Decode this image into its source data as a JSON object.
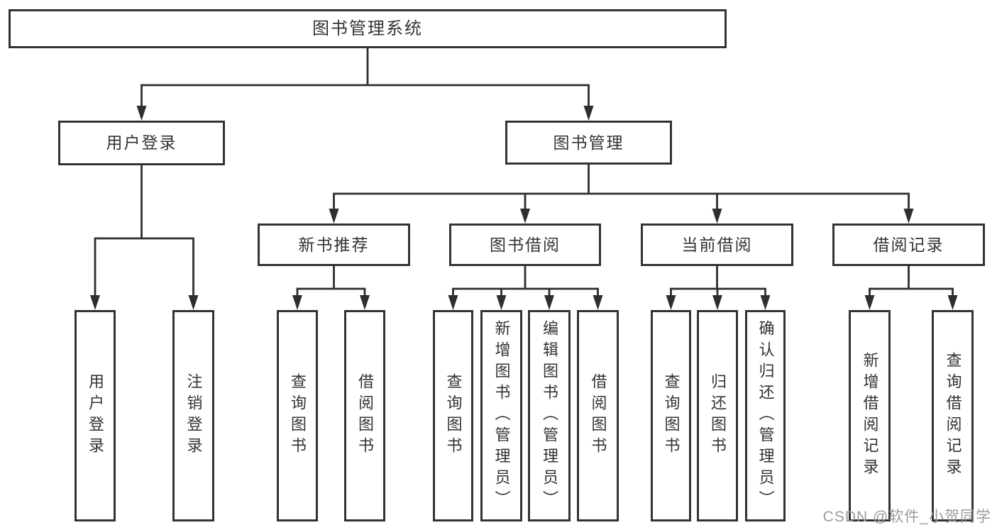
{
  "diagram": {
    "type": "hierarchy-tree",
    "title": "图书管理系统",
    "nodes": [
      {
        "id": "root",
        "label": "图书管理系统",
        "level": 0
      },
      {
        "id": "user-login-module",
        "label": "用户登录",
        "level": 1
      },
      {
        "id": "book-management-module",
        "label": "图书管理",
        "level": 1
      },
      {
        "id": "new-book-recommend",
        "label": "新书推荐",
        "level": 2
      },
      {
        "id": "book-borrow",
        "label": "图书借阅",
        "level": 2
      },
      {
        "id": "current-borrow",
        "label": "当前借阅",
        "level": 2
      },
      {
        "id": "borrow-records",
        "label": "借阅记录",
        "level": 2
      },
      {
        "id": "leaf-user-login",
        "label": "用户登录",
        "level": 3
      },
      {
        "id": "leaf-logout",
        "label": "注销登录",
        "level": 3
      },
      {
        "id": "leaf-query-book-1",
        "label": "查询图书",
        "level": 3
      },
      {
        "id": "leaf-borrow-book-1",
        "label": "借阅图书",
        "level": 3
      },
      {
        "id": "leaf-query-book-2",
        "label": "查询图书",
        "level": 3
      },
      {
        "id": "leaf-add-book",
        "label": "新增图书（管理员）",
        "level": 3
      },
      {
        "id": "leaf-edit-book",
        "label": "编辑图书（管理员）",
        "level": 3
      },
      {
        "id": "leaf-borrow-book-2",
        "label": "借阅图书",
        "level": 3
      },
      {
        "id": "leaf-query-book-3",
        "label": "查询图书",
        "level": 3
      },
      {
        "id": "leaf-return-book",
        "label": "归还图书",
        "level": 3
      },
      {
        "id": "leaf-confirm-return",
        "label": "确认归还（管理员）",
        "level": 3
      },
      {
        "id": "leaf-add-borrow-record",
        "label": "新增借阅记录",
        "level": 3
      },
      {
        "id": "leaf-query-borrow-record",
        "label": "查询借阅记录",
        "level": 3
      }
    ],
    "edges": [
      {
        "from": "root",
        "to": [
          "user-login-module",
          "book-management-module"
        ]
      },
      {
        "from": "user-login-module",
        "to": [
          "leaf-user-login",
          "leaf-logout"
        ]
      },
      {
        "from": "book-management-module",
        "to": [
          "new-book-recommend",
          "book-borrow",
          "current-borrow",
          "borrow-records"
        ]
      },
      {
        "from": "new-book-recommend",
        "to": [
          "leaf-query-book-1",
          "leaf-borrow-book-1"
        ]
      },
      {
        "from": "book-borrow",
        "to": [
          "leaf-query-book-2",
          "leaf-add-book",
          "leaf-edit-book",
          "leaf-borrow-book-2"
        ]
      },
      {
        "from": "current-borrow",
        "to": [
          "leaf-query-book-3",
          "leaf-return-book",
          "leaf-confirm-return"
        ]
      },
      {
        "from": "borrow-records",
        "to": [
          "leaf-add-borrow-record",
          "leaf-query-borrow-record"
        ]
      }
    ]
  },
  "watermark": {
    "text": "CSDN @软件_小贺同学"
  },
  "colors": {
    "background": "#ffffff",
    "line": "#2e2e2e",
    "box_border": "#333333",
    "box_fill": "#ffffff",
    "text": "#333333",
    "watermark": "#9b9b9b"
  }
}
